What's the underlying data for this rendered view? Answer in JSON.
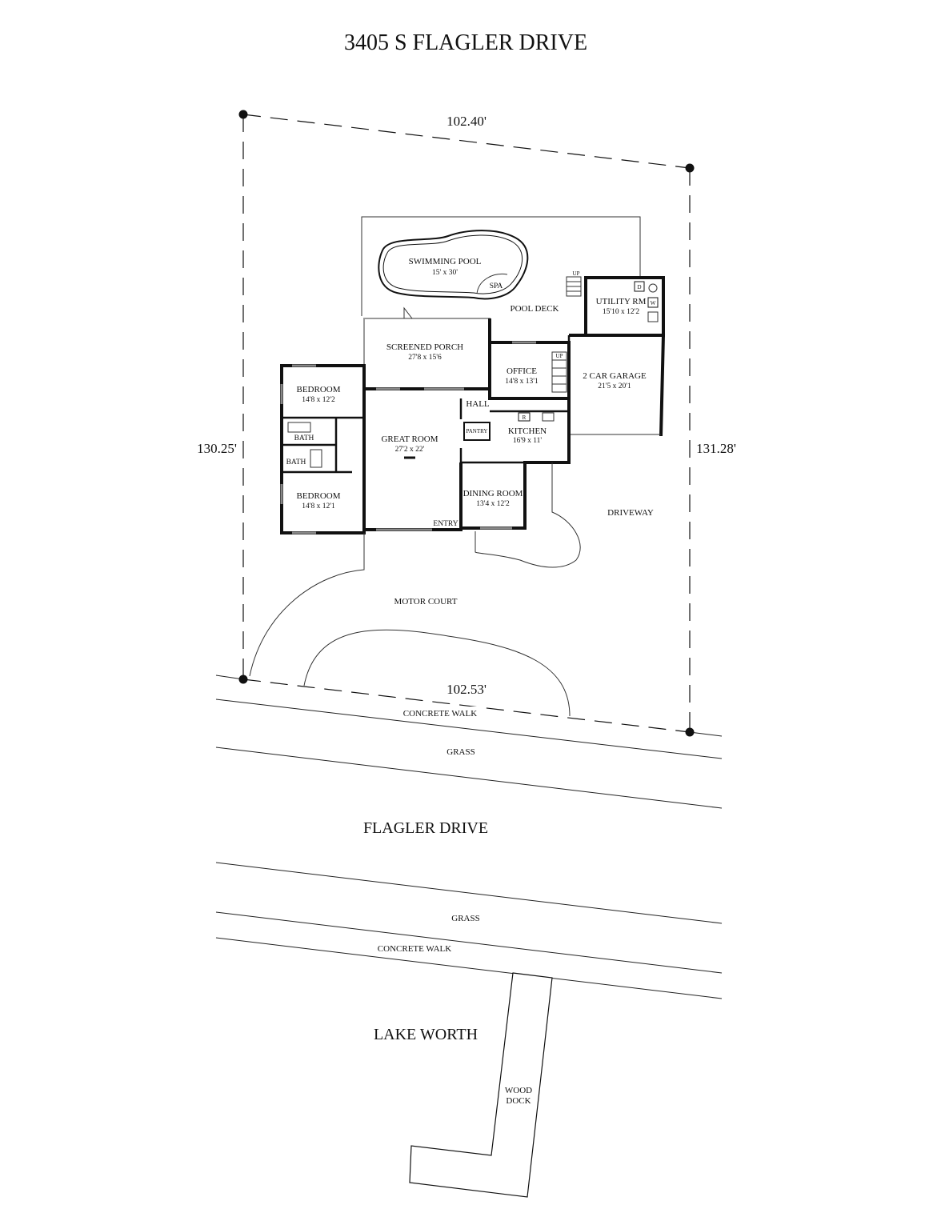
{
  "title": "3405 S FLAGLER DRIVE",
  "lot": {
    "top_dimension": "102.40'",
    "bottom_dimension": "102.53'",
    "left_dimension": "130.25'",
    "right_dimension": "131.28'"
  },
  "rooms": {
    "swimming_pool": {
      "name": "SWIMMING POOL",
      "size": "15' x 30'"
    },
    "spa": {
      "name": "SPA"
    },
    "pool_deck": {
      "name": "POOL DECK"
    },
    "utility_rm": {
      "name": "UTILITY RM",
      "size": "15'10 x 12'2"
    },
    "screened_porch": {
      "name": "SCREENED PORCH",
      "size": "27'8 x 15'6"
    },
    "office": {
      "name": "OFFICE",
      "size": "14'8 x 13'1"
    },
    "garage": {
      "name": "2 CAR GARAGE",
      "size": "21'5 x 20'1"
    },
    "bedroom_1": {
      "name": "BEDROOM",
      "size": "14'8 x 12'2"
    },
    "bedroom_2": {
      "name": "BEDROOM",
      "size": "14'8 x 12'1"
    },
    "bath_1": {
      "name": "BATH"
    },
    "bath_2": {
      "name": "BATH"
    },
    "great_room": {
      "name": "GREAT ROOM",
      "size": "27'2 x 22'"
    },
    "hall": {
      "name": "HALL"
    },
    "pantry": {
      "name": "PANTRY"
    },
    "kitchen": {
      "name": "KITCHEN",
      "size": "16'9 x 11'"
    },
    "dining_room": {
      "name": "DINING ROOM",
      "size": "13'4 x 12'2"
    },
    "entry": {
      "name": "ENTRY"
    }
  },
  "fixtures": {
    "stair_up_1": "UP",
    "stair_up_2": "UP",
    "dryer": "D",
    "washer": "W",
    "refrigerator": "R"
  },
  "site": {
    "driveway": "DRIVEWAY",
    "motor_court": "MOTOR COURT",
    "concrete_walk_north": "CONCRETE WALK",
    "grass_north": "GRASS",
    "street": "FLAGLER DRIVE",
    "grass_south": "GRASS",
    "concrete_walk_south": "CONCRETE WALK",
    "lake": "LAKE WORTH",
    "dock_line1": "WOOD",
    "dock_line2": "DOCK"
  }
}
